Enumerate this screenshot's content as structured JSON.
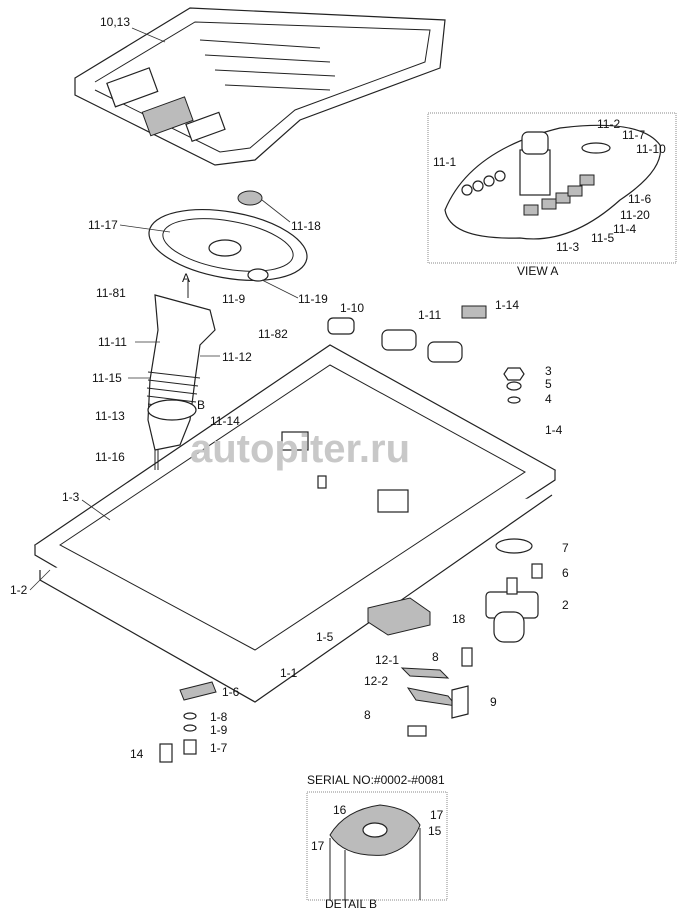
{
  "watermark": "autopiter.ru",
  "labels": {
    "l10_13": "10,13",
    "l11_18": "11-18",
    "l11_17": "11-17",
    "l11_19": "11-19",
    "A": "A",
    "B": "B",
    "l11_81": "11-81",
    "l11_9": "11-9",
    "l11_82": "11-82",
    "l11_11": "11-11",
    "l11_12": "11-12",
    "l11_15": "11-15",
    "l11_13": "11-13",
    "l11_14": "11-14",
    "l11_16": "11-16",
    "l1_10": "1-10",
    "l1_11": "1-11",
    "l1_14": "1-14",
    "l3": "3",
    "l5": "5",
    "l4": "4",
    "l1_4": "1-4",
    "l1_3": "1-3",
    "l1_2": "1-2",
    "l7": "7",
    "l6": "6",
    "l2": "2",
    "l18": "18",
    "l1_5": "1-5",
    "l1_1": "1-1",
    "l8a": "8",
    "l8b": "8",
    "l12_1": "12-1",
    "l12_2": "12-2",
    "l9": "9",
    "l1_6": "1-6",
    "l1_8": "1-8",
    "l1_9": "1-9",
    "l1_7": "1-7",
    "l14": "14"
  },
  "view_a": {
    "title": "VIEW A",
    "labels": {
      "l11_2": "11-2",
      "l11_7": "11-7",
      "l11_10": "11-10",
      "l11_1": "11-1",
      "l11_6": "11-6",
      "l11_20": "11-20",
      "l11_4": "11-4",
      "l11_5": "11-5",
      "l11_3": "11-3"
    }
  },
  "detail_b": {
    "serial": "SERIAL NO:#0002-#0081",
    "title": "DETAIL  B",
    "labels": {
      "l16": "16",
      "l17a": "17",
      "l15": "15",
      "l17b": "17"
    }
  }
}
